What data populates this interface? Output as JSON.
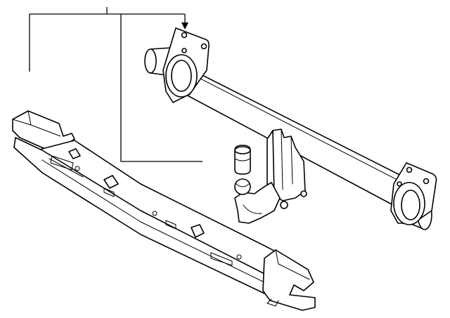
{
  "diagram": {
    "background": "#ffffff",
    "stroke_color": "#000000",
    "parts": [
      {
        "id": "hitch-crossbar-tube",
        "label": ""
      },
      {
        "id": "hitch-bracket-plate",
        "label": ""
      },
      {
        "id": "tow-ball-mount",
        "label": ""
      },
      {
        "id": "ball-cap",
        "label": ""
      },
      {
        "id": "bumper-reinforcement-beam",
        "label": ""
      }
    ]
  }
}
